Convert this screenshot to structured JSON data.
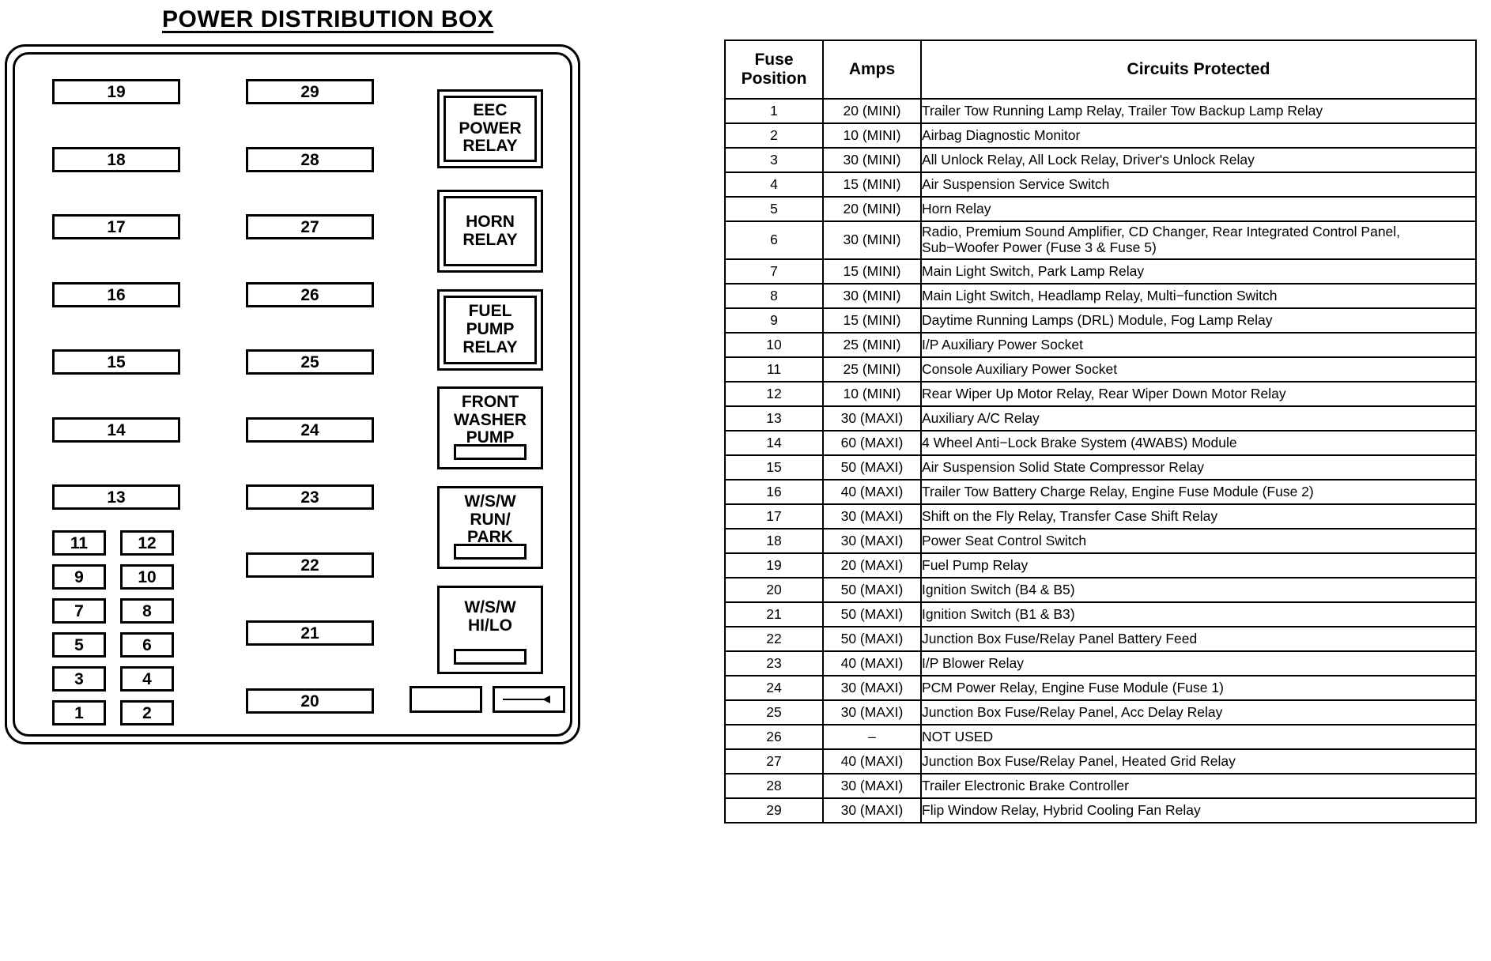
{
  "diagram": {
    "title": "POWER DISTRIBUTION BOX",
    "left_column_fuses": [
      "19",
      "18",
      "17",
      "16",
      "15",
      "14",
      "13"
    ],
    "middle_column_fuses": [
      "29",
      "28",
      "27",
      "26",
      "25",
      "24",
      "23",
      "22",
      "21",
      "20"
    ],
    "grid_fuses": [
      [
        "11",
        "12"
      ],
      [
        "9",
        "10"
      ],
      [
        "7",
        "8"
      ],
      [
        "5",
        "6"
      ],
      [
        "3",
        "4"
      ],
      [
        "1",
        "2"
      ]
    ],
    "relays": [
      {
        "name": "eec-power-relay",
        "lines": [
          "EEC",
          "POWER",
          "RELAY"
        ],
        "style": "double",
        "tab": false
      },
      {
        "name": "horn-relay",
        "lines": [
          "HORN",
          "RELAY"
        ],
        "style": "double",
        "tab": false
      },
      {
        "name": "fuel-pump-relay",
        "lines": [
          "FUEL",
          "PUMP",
          "RELAY"
        ],
        "style": "double",
        "tab": false
      },
      {
        "name": "front-washer-pump",
        "lines": [
          "FRONT",
          "WASHER",
          "PUMP"
        ],
        "style": "single",
        "tab": true
      },
      {
        "name": "wsw-run-park",
        "lines": [
          "W/S/W",
          "RUN/",
          "PARK"
        ],
        "style": "single",
        "tab": true
      },
      {
        "name": "wsw-hi-lo",
        "lines": [
          "W/S/W",
          "HI/LO"
        ],
        "style": "single",
        "tab": true
      }
    ],
    "footer_icons": {
      "blank_label": "",
      "arrow_label": "←"
    }
  },
  "table": {
    "headers": {
      "position": "Fuse\nPosition",
      "position_line1": "Fuse",
      "position_line2": "Position",
      "amps": "Amps",
      "circuits": "Circuits Protected"
    },
    "rows": [
      {
        "position": "1",
        "amps": "20 (MINI)",
        "circuits": "Trailer Tow Running Lamp Relay, Trailer Tow Backup Lamp Relay"
      },
      {
        "position": "2",
        "amps": "10 (MINI)",
        "circuits": "Airbag Diagnostic Monitor"
      },
      {
        "position": "3",
        "amps": "30 (MINI)",
        "circuits": "All Unlock Relay, All  Lock Relay, Driver's  Unlock Relay"
      },
      {
        "position": "4",
        "amps": "15 (MINI)",
        "circuits": "Air Suspension Service Switch"
      },
      {
        "position": "5",
        "amps": "20 (MINI)",
        "circuits": "Horn Relay"
      },
      {
        "position": "6",
        "amps": "30 (MINI)",
        "circuits": "Radio, Premium Sound Amplifier, CD Changer, Rear Integrated Control Panel, Sub−Woofer Power (Fuse 3 & Fuse 5)",
        "tall": true
      },
      {
        "position": "7",
        "amps": "15 (MINI)",
        "circuits": "Main Light Switch, Park Lamp Relay"
      },
      {
        "position": "8",
        "amps": "30 (MINI)",
        "circuits": "Main Light Switch, Headlamp Relay, Multi−function Switch"
      },
      {
        "position": "9",
        "amps": "15 (MINI)",
        "circuits": "Daytime Running Lamps (DRL) Module, Fog Lamp Relay"
      },
      {
        "position": "10",
        "amps": "25 (MINI)",
        "circuits": "I/P Auxiliary Power Socket"
      },
      {
        "position": "11",
        "amps": "25 (MINI)",
        "circuits": "Console  Auxiliary Power Socket"
      },
      {
        "position": "12",
        "amps": "10 (MINI)",
        "circuits": "Rear Wiper Up Motor Relay,  Rear Wiper Down Motor Relay"
      },
      {
        "position": "13",
        "amps": "30 (MAXI)",
        "circuits": "Auxiliary  A/C Relay"
      },
      {
        "position": "14",
        "amps": "60 (MAXI)",
        "circuits": "4 Wheel Anti−Lock Brake System (4WABS) Module"
      },
      {
        "position": "15",
        "amps": "50 (MAXI)",
        "circuits": "Air Suspension Solid State Compressor Relay"
      },
      {
        "position": "16",
        "amps": "40 (MAXI)",
        "circuits": "Trailer Tow Battery Charge Relay, Engine Fuse Module (Fuse 2)"
      },
      {
        "position": "17",
        "amps": "30 (MAXI)",
        "circuits": "Shift on the Fly Relay, Transfer Case Shift Relay"
      },
      {
        "position": "18",
        "amps": "30 (MAXI)",
        "circuits": "Power Seat Control Switch"
      },
      {
        "position": "19",
        "amps": "20 (MAXI)",
        "circuits": "Fuel Pump Relay"
      },
      {
        "position": "20",
        "amps": "50 (MAXI)",
        "circuits": "Ignition Switch (B4 & B5)"
      },
      {
        "position": "21",
        "amps": "50 (MAXI)",
        "circuits": "Ignition Switch (B1 & B3)"
      },
      {
        "position": "22",
        "amps": "50 (MAXI)",
        "circuits": "Junction Box Fuse/Relay Panel Battery Feed"
      },
      {
        "position": "23",
        "amps": "40 (MAXI)",
        "circuits": "I/P Blower Relay"
      },
      {
        "position": "24",
        "amps": "30 (MAXI)",
        "circuits": "PCM Power Relay, Engine Fuse Module (Fuse 1)"
      },
      {
        "position": "25",
        "amps": "30 (MAXI)",
        "circuits": "Junction Box Fuse/Relay Panel, Acc Delay Relay"
      },
      {
        "position": "26",
        "amps": "–",
        "circuits": "NOT USED"
      },
      {
        "position": "27",
        "amps": "40 (MAXI)",
        "circuits": "Junction Box Fuse/Relay Panel, Heated Grid Relay"
      },
      {
        "position": "28",
        "amps": "30 (MAXI)",
        "circuits": "Trailer Electronic Brake Controller"
      },
      {
        "position": "29",
        "amps": "30 (MAXI)",
        "circuits": "Flip Window Relay, Hybrid Cooling Fan Relay"
      }
    ]
  },
  "colors": {
    "ink": "#000000",
    "paper": "#ffffff"
  }
}
